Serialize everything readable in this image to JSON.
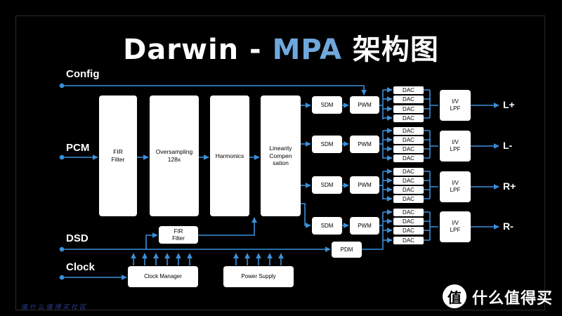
{
  "title": {
    "main": "Darwin - ",
    "accent": "MPA",
    "suffix": " 架构图"
  },
  "inputs": {
    "config": "Config",
    "pcm": "PCM",
    "dsd": "DSD",
    "clock": "Clock"
  },
  "blocks": {
    "fir_filter": "FIR\nFilter",
    "oversampling": "Oversampling\n128x",
    "harmonics": "Harmonics",
    "linearity": "Linearity\nCompen\nsation",
    "dsd_fir_filter": "FIR\nFilter",
    "clock_manager": "Clock Manager",
    "power_supply": "Power Supply",
    "pdm": "PDM",
    "sdm": "SDM",
    "pwm": "PWM",
    "dac": "DAC",
    "iv_lpf": "I/V\nLPF"
  },
  "outputs": [
    "L+",
    "L-",
    "R+",
    "R-"
  ],
  "watermark": "值 什 么 值 得 买 社 区",
  "logo": {
    "glyph": "值",
    "text": "什么值得买"
  },
  "colors": {
    "line": "#3a8fd9",
    "accent": "#6fa8dc",
    "box": "#ffffff",
    "background": "#000000"
  }
}
